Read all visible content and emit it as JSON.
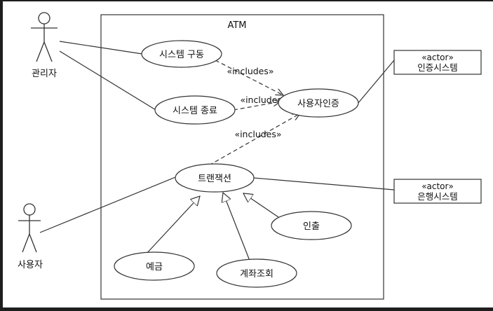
{
  "diagram": {
    "system_boundary": {
      "title": "ATM"
    },
    "actors": {
      "admin": "관리자",
      "user": "사용자"
    },
    "external_systems": {
      "auth": {
        "stereotype": "«actor»",
        "name": "인증시스템"
      },
      "bank": {
        "stereotype": "«actor»",
        "name": "은행시스템"
      }
    },
    "use_cases": {
      "start": "시스템 구동",
      "shutdown": "시스템 종료",
      "auth": "사용자인증",
      "transaction": "트랜잭션",
      "withdraw": "인출",
      "deposit": "예금",
      "inquiry": "계좌조회"
    },
    "relations": {
      "includes_1": "«includes»",
      "includes_2": "«includes»",
      "includes_3": "«includes»"
    },
    "colors": {
      "background": "#ffffff",
      "frame": "#1e1e1e",
      "line": "#333333"
    }
  }
}
